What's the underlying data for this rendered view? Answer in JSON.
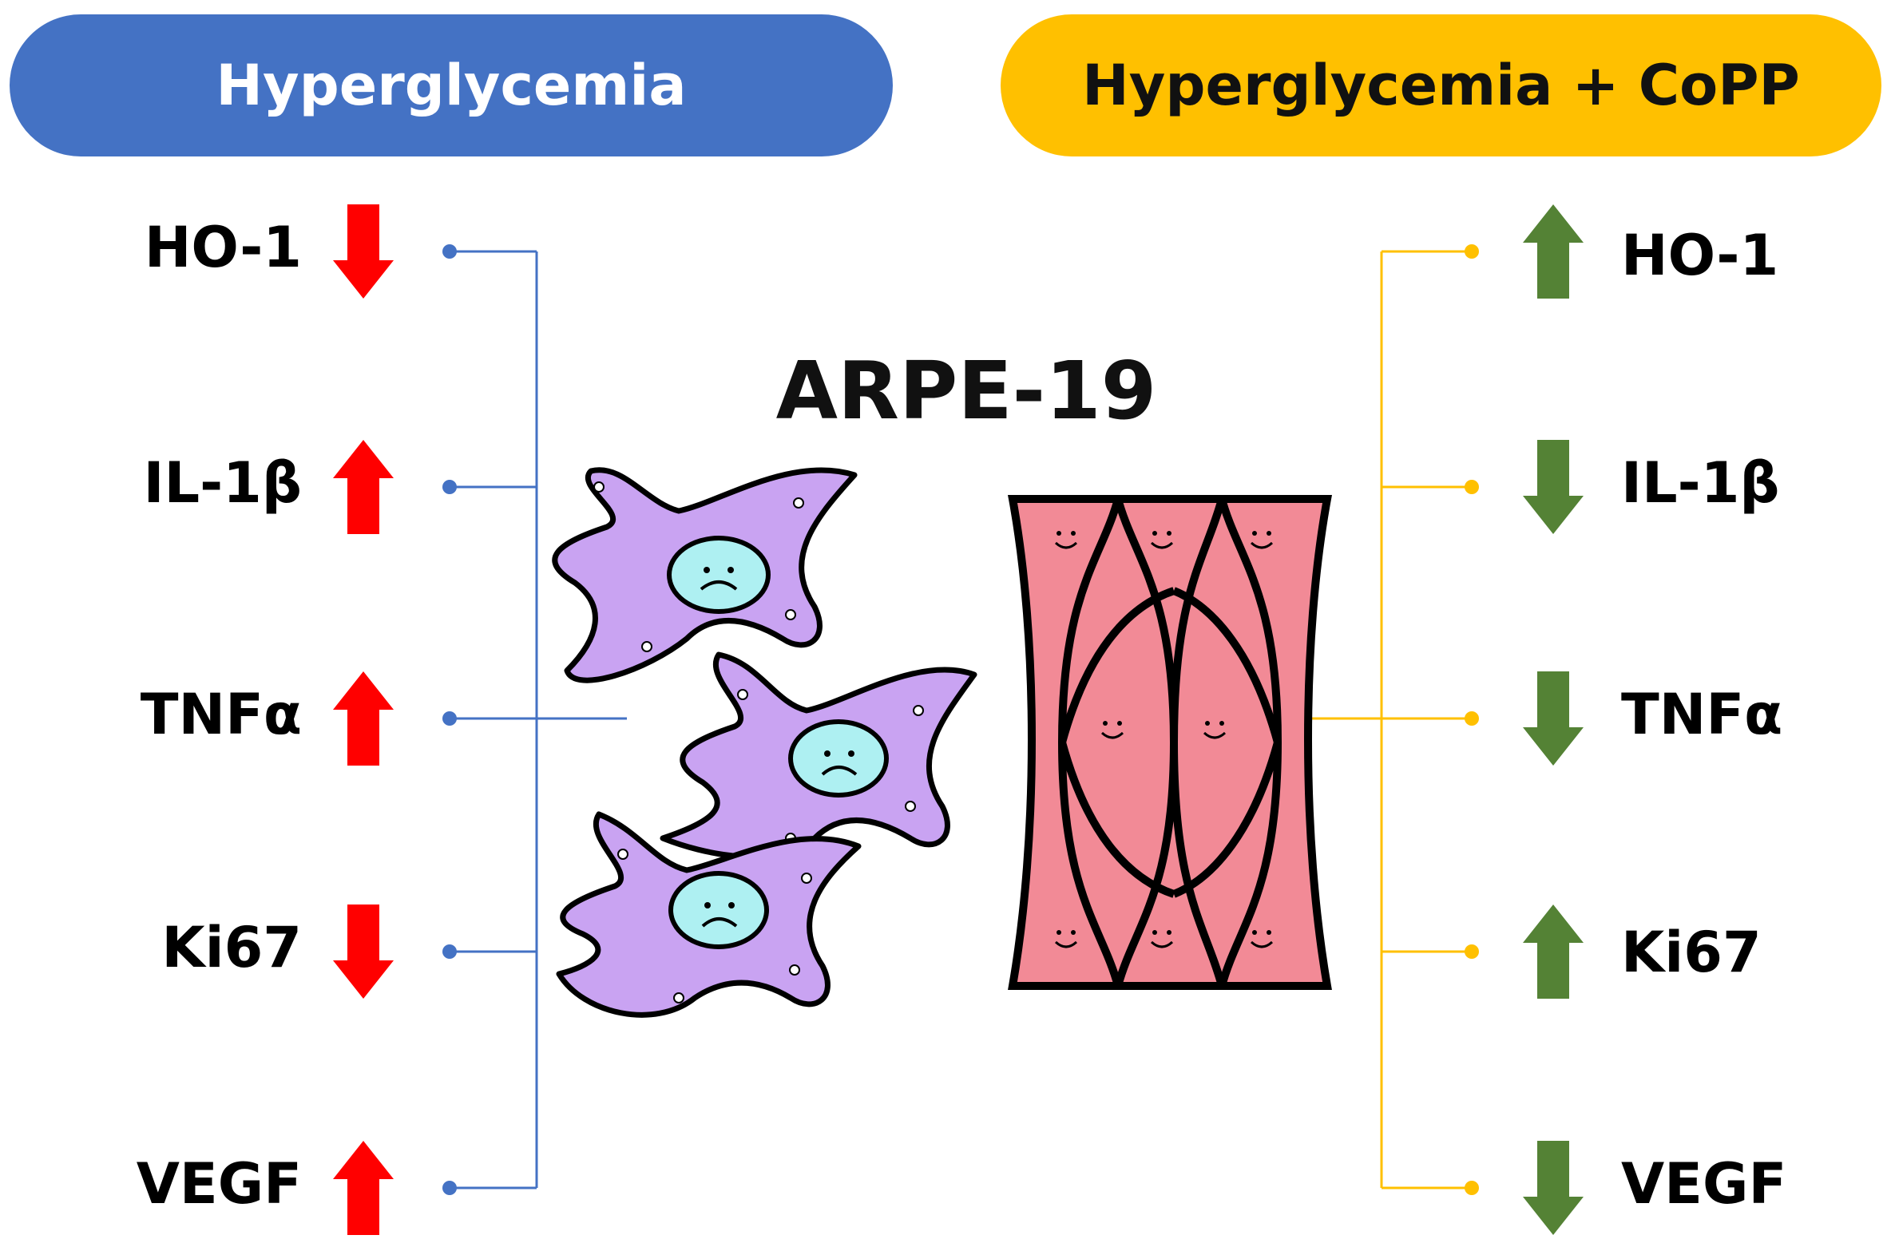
{
  "panels": {
    "left": {
      "title": "Hyperglycemia",
      "color": "#4472c4",
      "text_color": "#ffffff",
      "line_color": "#4472c4"
    },
    "right": {
      "title": "Hyperglycemia + CoPP",
      "color": "#ffc000",
      "text_color": "#111111",
      "line_color": "#ffc000"
    }
  },
  "center": {
    "title": "ARPE-19"
  },
  "markers": {
    "left": [
      {
        "name": "HO-1",
        "direction": "down"
      },
      {
        "name": "IL-1β",
        "direction": "up"
      },
      {
        "name": "TNFα",
        "direction": "up"
      },
      {
        "name": "Ki67",
        "direction": "down"
      },
      {
        "name": "VEGF",
        "direction": "up"
      }
    ],
    "right": [
      {
        "name": "HO-1",
        "direction": "up"
      },
      {
        "name": "IL-1β",
        "direction": "down"
      },
      {
        "name": "TNFα",
        "direction": "down"
      },
      {
        "name": "Ki67",
        "direction": "up"
      },
      {
        "name": "VEGF",
        "direction": "down"
      }
    ]
  },
  "colors": {
    "left_arrow": "#ff0000",
    "right_arrow": "#548235",
    "cell_purple": "#c9a3f2",
    "nucleus": "#aef0f2",
    "muscle": "#f28a96"
  }
}
